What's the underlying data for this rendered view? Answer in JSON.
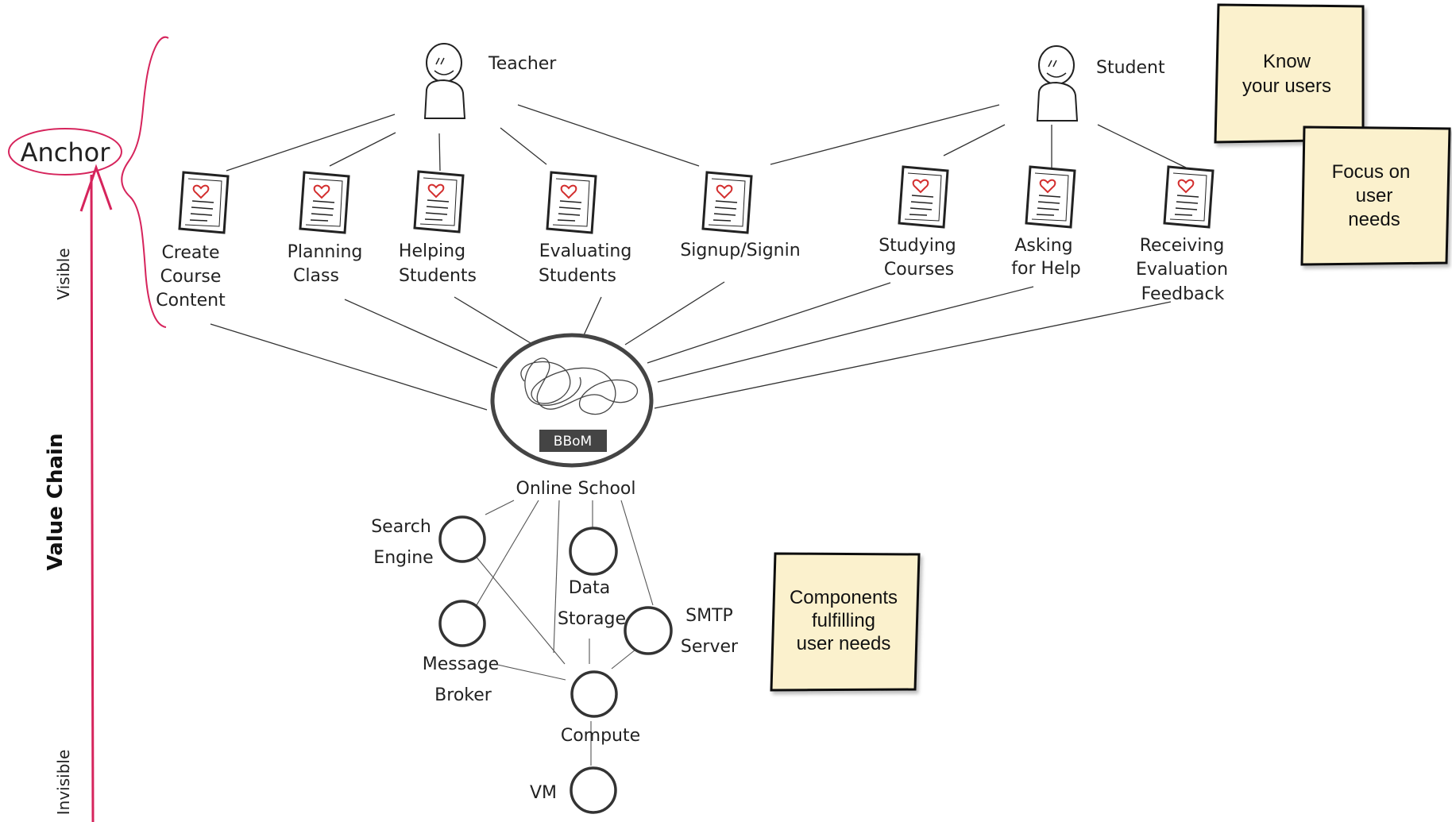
{
  "axis": {
    "anchor": "Anchor",
    "visible": "Visible",
    "value_chain": "Value Chain",
    "invisible": "Invisible"
  },
  "users": {
    "teacher": "Teacher",
    "student": "Student"
  },
  "needs": {
    "create_course_content": [
      "Create",
      "Course",
      "Content"
    ],
    "planning_class": [
      "Planning",
      "Class"
    ],
    "helping_students": [
      "Helping",
      "Students"
    ],
    "evaluating_students": [
      "Evaluating",
      "Students"
    ],
    "signup_signin": [
      "Signup/Signin"
    ],
    "studying_courses": [
      "Studying",
      "Courses"
    ],
    "asking_for_help": [
      "Asking",
      "for Help"
    ],
    "receiving_feedback": [
      "Receiving",
      "Evaluation",
      "Feedback"
    ]
  },
  "system": {
    "badge": "BBoM",
    "name": "Online School"
  },
  "components": {
    "search_engine": [
      "Search",
      "Engine"
    ],
    "data_storage": [
      "Data",
      "Storage"
    ],
    "smtp_server": [
      "SMTP",
      "Server"
    ],
    "message_broker": [
      "Message",
      "Broker"
    ],
    "compute": "Compute",
    "vm": "VM"
  },
  "notes": {
    "know_users": [
      "Know",
      "your users"
    ],
    "focus_needs": [
      "Focus on",
      "user",
      "needs"
    ],
    "components_fulfilling": [
      "Components",
      "fulfilling",
      "user needs"
    ]
  },
  "colors": {
    "anchor": "#d6245c",
    "note_fill": "#fbf1cd",
    "heart": "#d32f2f",
    "badge": "#444444"
  }
}
